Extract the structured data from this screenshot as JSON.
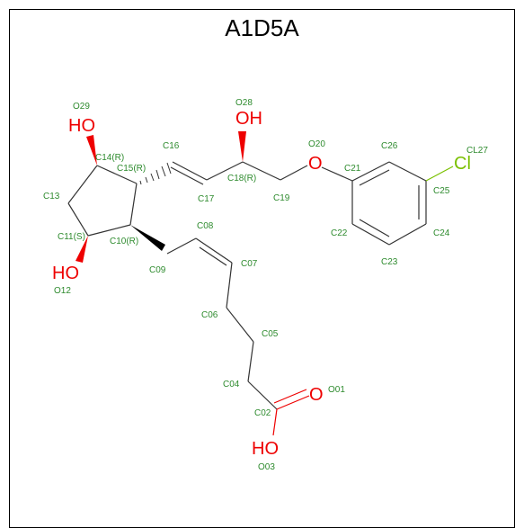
{
  "title": "A1D5A",
  "hetero": {
    "ho29": "HO",
    "oh28": "OH",
    "o20": "O",
    "cl": "Cl",
    "ho12": "HO",
    "o01": "O",
    "ho03": "HO"
  },
  "labels": {
    "o29": "O29",
    "c14": "C14(R)",
    "c16": "C16",
    "o28": "O28",
    "o20": "O20",
    "c26": "C26",
    "cl27": "CL27",
    "c15": "C15(R)",
    "c21": "C21",
    "c18": "C18(R)",
    "c25": "C25",
    "c13": "C13",
    "c17": "C17",
    "c19": "C19",
    "c08": "C08",
    "c11": "C11(S)",
    "c10": "C10(R)",
    "c22": "C22",
    "c24": "C24",
    "c07": "C07",
    "c23": "C23",
    "c09": "C09",
    "o12": "O12",
    "c06": "C06",
    "c05": "C05",
    "c04": "C04",
    "o01": "O01",
    "c02": "C02",
    "o03": "O03"
  },
  "colors": {
    "oxygen": "#e00000",
    "chlorine": "#7ac000",
    "label": "#2e8b2e",
    "bond": "#333333"
  }
}
